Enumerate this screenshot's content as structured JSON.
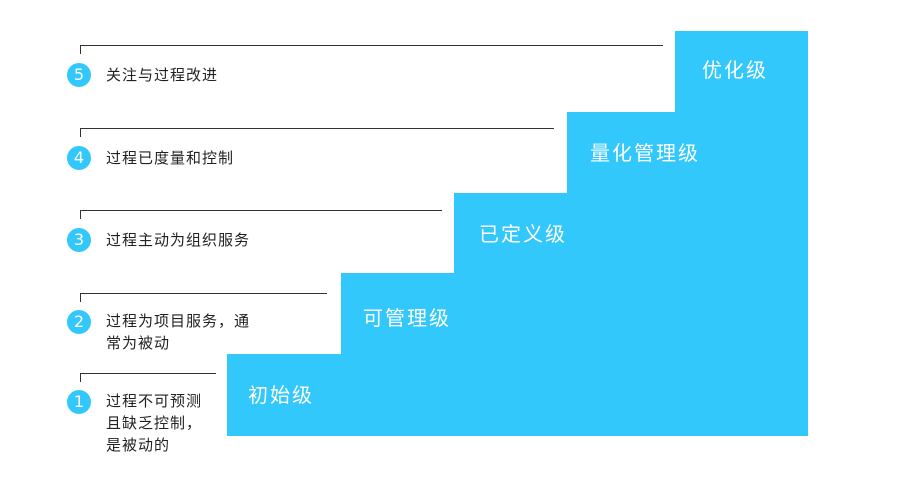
{
  "colors": {
    "accent": "#33c8fb",
    "line": "#333333",
    "text": "#222222"
  },
  "steps": [
    {
      "label": "初始级"
    },
    {
      "label": "可管理级"
    },
    {
      "label": "已定义级"
    },
    {
      "label": "量化管理级"
    },
    {
      "label": "优化级"
    }
  ],
  "levels": [
    {
      "num": "1",
      "desc": "过程不可预测\n且缺乏控制，\n是被动的"
    },
    {
      "num": "2",
      "desc": "过程为项目服务，通\n常为被动"
    },
    {
      "num": "3",
      "desc": "过程主动为组织服务"
    },
    {
      "num": "4",
      "desc": "过程已度量和控制"
    },
    {
      "num": "5",
      "desc": "关注与过程改进"
    }
  ]
}
